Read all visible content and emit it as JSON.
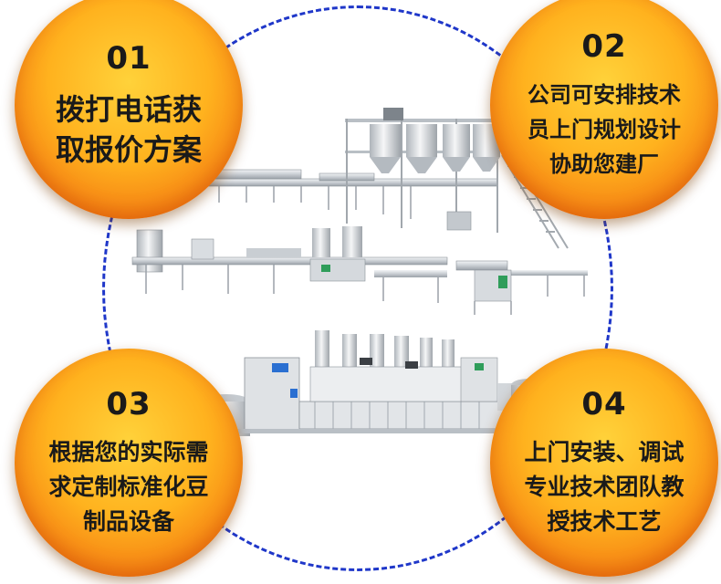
{
  "steps": [
    {
      "num": "01",
      "lines": [
        "拨打电话获",
        "取报价方案"
      ]
    },
    {
      "num": "02",
      "lines": [
        "公司可安排技术",
        "员上门规划设计",
        "协助您建厂"
      ]
    },
    {
      "num": "03",
      "lines": [
        "根据您的实际需",
        "求定制标准化豆",
        "制品设备"
      ]
    },
    {
      "num": "04",
      "lines": [
        "上门安装、调试",
        "专业技术团队教",
        "授技术工艺"
      ]
    }
  ],
  "colors": {
    "ring": "#1f37c9",
    "badge_light": "#ffd23a",
    "badge_dark": "#f47b12",
    "metal": "#cfd4d8",
    "accent_green": "#2f9d5a",
    "accent_blue": "#2a6fd1"
  }
}
